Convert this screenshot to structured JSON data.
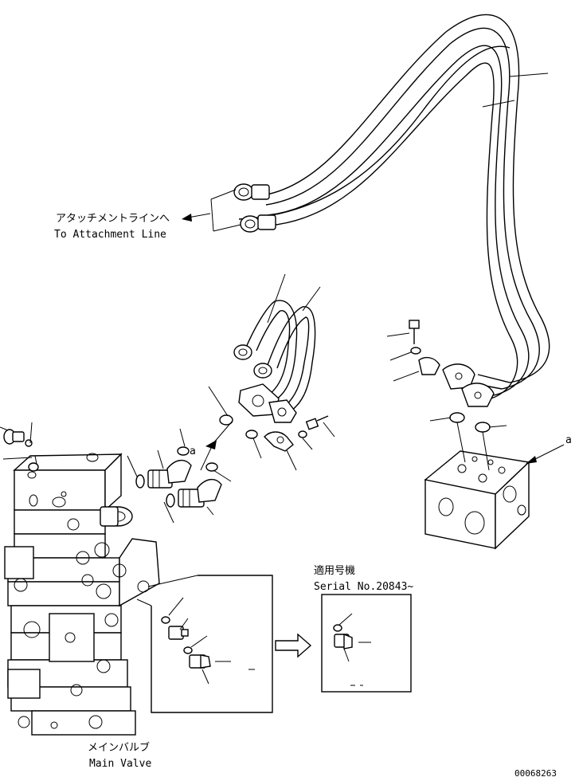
{
  "labels": {
    "attachment_jp": "アタッチメントラインへ",
    "attachment_en": "To Attachment Line",
    "serial_jp": "適用号機",
    "serial_en": "Serial No.20843~",
    "main_valve_jp": "メインバルブ",
    "main_valve_en": "Main Valve",
    "ref_a1": "a",
    "ref_a2": "a",
    "drawing_no": "00068263"
  },
  "icons": {
    "arrow": "arrow-left-icon",
    "detail_arrow": "hollow-arrow-right-icon"
  }
}
